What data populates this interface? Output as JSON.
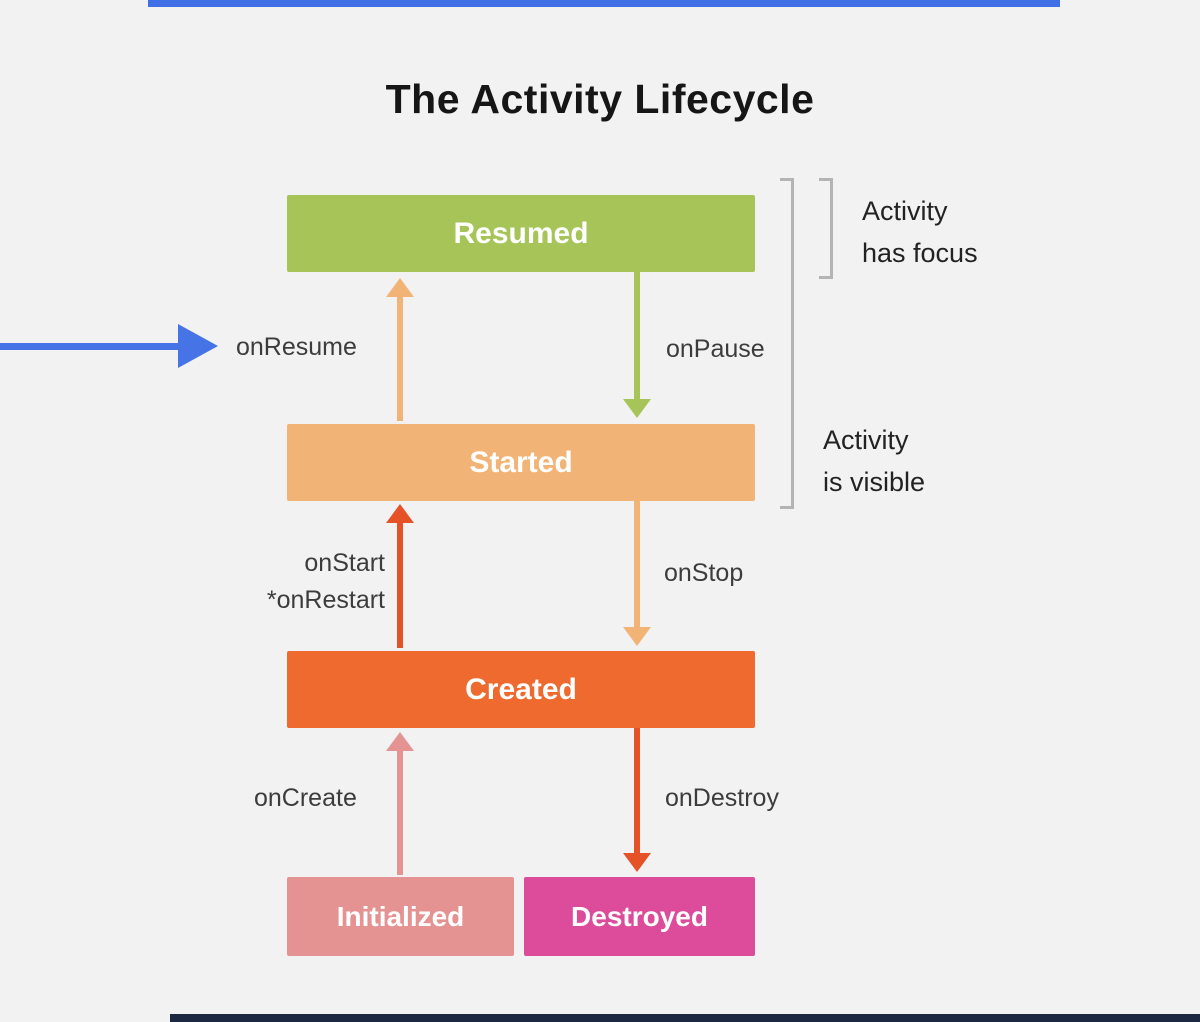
{
  "diagram": {
    "title": "The Activity Lifecycle",
    "background_color": "#f2f2f3",
    "accent_lines": {
      "top_color": "#4170e6",
      "bottom_color": "#1c2742"
    },
    "states": [
      {
        "id": "resumed",
        "label": "Resumed",
        "color": "#a6c457"
      },
      {
        "id": "started",
        "label": "Started",
        "color": "#f2b476"
      },
      {
        "id": "created",
        "label": "Created",
        "color": "#ee6a2e"
      },
      {
        "id": "initialized",
        "label": "Initialized",
        "color": "#e49392"
      },
      {
        "id": "destroyed",
        "label": "Destroyed",
        "color": "#dc4c9b"
      }
    ],
    "transitions": [
      {
        "label": "onResume",
        "from": "Started",
        "to": "Resumed",
        "direction": "up",
        "color": "#f2b476"
      },
      {
        "label": "onPause",
        "from": "Resumed",
        "to": "Started",
        "direction": "down",
        "color": "#a6c457"
      },
      {
        "label": "onStart",
        "label2": "*onRestart",
        "from": "Created",
        "to": "Started",
        "direction": "up",
        "color": "#e65227"
      },
      {
        "label": "onStop",
        "from": "Started",
        "to": "Created",
        "direction": "down",
        "color": "#f2b476"
      },
      {
        "label": "onCreate",
        "from": "Initialized",
        "to": "Created",
        "direction": "up",
        "color": "#e49392"
      },
      {
        "label": "onDestroy",
        "from": "Created",
        "to": "Destroyed",
        "direction": "down",
        "color": "#e65227"
      }
    ],
    "brackets": [
      {
        "id": "focus",
        "line1": "Activity",
        "line2": "has focus",
        "spans": "Resumed"
      },
      {
        "id": "visible",
        "line1": "Activity",
        "line2": "is visible",
        "spans": "Resumed to Started"
      }
    ],
    "pointer": {
      "color": "#4673e6",
      "points_at": "onResume"
    }
  }
}
